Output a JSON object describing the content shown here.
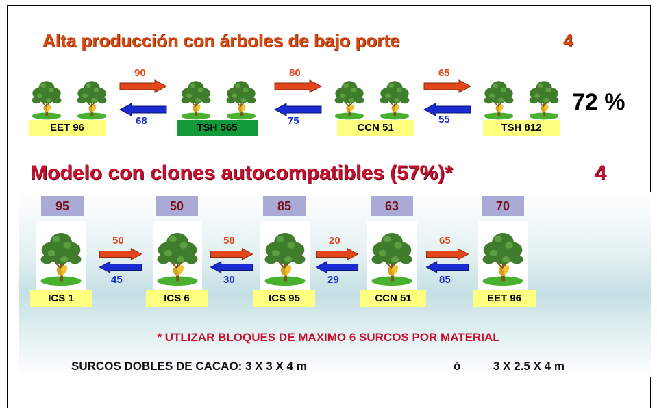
{
  "section1": {
    "title": "Alta producción con árboles de bajo porte",
    "number": "4",
    "percentage": "72 %",
    "labels": [
      "EET 96",
      "TSH 565",
      "CCN 51",
      "TSH 812"
    ],
    "arrows_right": [
      "90",
      "80",
      "65"
    ],
    "arrows_left": [
      "68",
      "75",
      "55"
    ]
  },
  "section2": {
    "title": "Modelo con clones autocompatibles (57%)*",
    "number": "4",
    "scores": [
      "95",
      "50",
      "85",
      "63",
      "70"
    ],
    "labels": [
      "ICS 1",
      "ICS 6",
      "ICS 95",
      "CCN 51",
      "EET 96"
    ],
    "arrows_right": [
      "50",
      "58",
      "20",
      "65"
    ],
    "arrows_left": [
      "45",
      "30",
      "29",
      "85"
    ]
  },
  "footer": {
    "note": "* UTLIZAR BLOQUES DE MAXIMO 6 SURCOS POR MATERIAL",
    "spacing_label": "SURCOS DOBLES DE CACAO: 3 X 3 X 4 m",
    "conj": "ó",
    "spacing_alt": "3 X 2.5 X 4 m"
  },
  "colors": {
    "title1": "#d9480f",
    "title2": "#c8102e",
    "arrow_right": "#e2461a",
    "arrow_left": "#1a2bd0",
    "label_yellow": "#ffff80",
    "label_green": "#129a3a",
    "score_box": "#aaaad6"
  },
  "icons": [
    "cacao-tree-icon",
    "arrow-right-icon",
    "arrow-left-icon"
  ]
}
